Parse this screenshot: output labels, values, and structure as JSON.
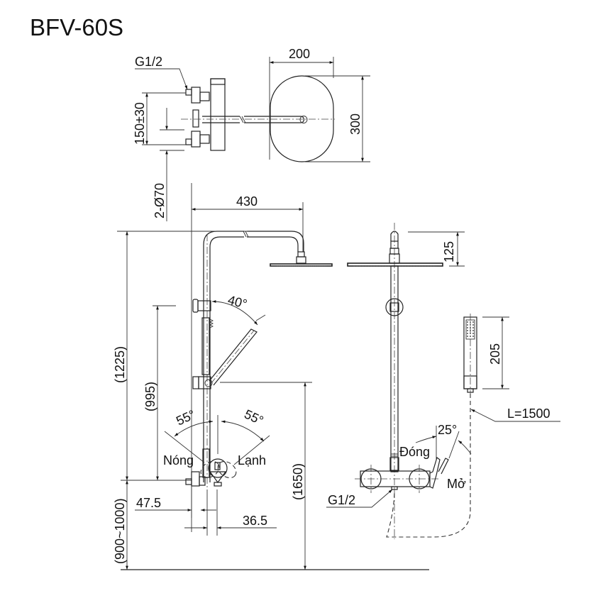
{
  "title": "BFV-60S",
  "top_view": {
    "inlet_label": "G1/2",
    "inlet_spacing": "150±30",
    "flange_label": "2-Ø70",
    "head_width": "200",
    "head_depth": "300"
  },
  "side_view": {
    "arm_reach": "430",
    "head_angle": "40°",
    "total_height_from_valve": "(1225)",
    "holder_height": "(995)",
    "valve_height_from_floor": "(900~1000)",
    "holder_height_from_floor": "(1650)",
    "handle_angle_left": "55°",
    "handle_angle_right": "55°",
    "hot_label": "Nóng",
    "cold_label": "Lạnh",
    "wall_offset": "47.5",
    "valve_offset": "36.5"
  },
  "front_view": {
    "head_drop": "125",
    "hand_shower_length": "205",
    "hose_length": "L=1500",
    "lever_angle": "25°",
    "closed_label": "Đóng",
    "open_label": "Mở",
    "outlet_label": "G1/2"
  }
}
